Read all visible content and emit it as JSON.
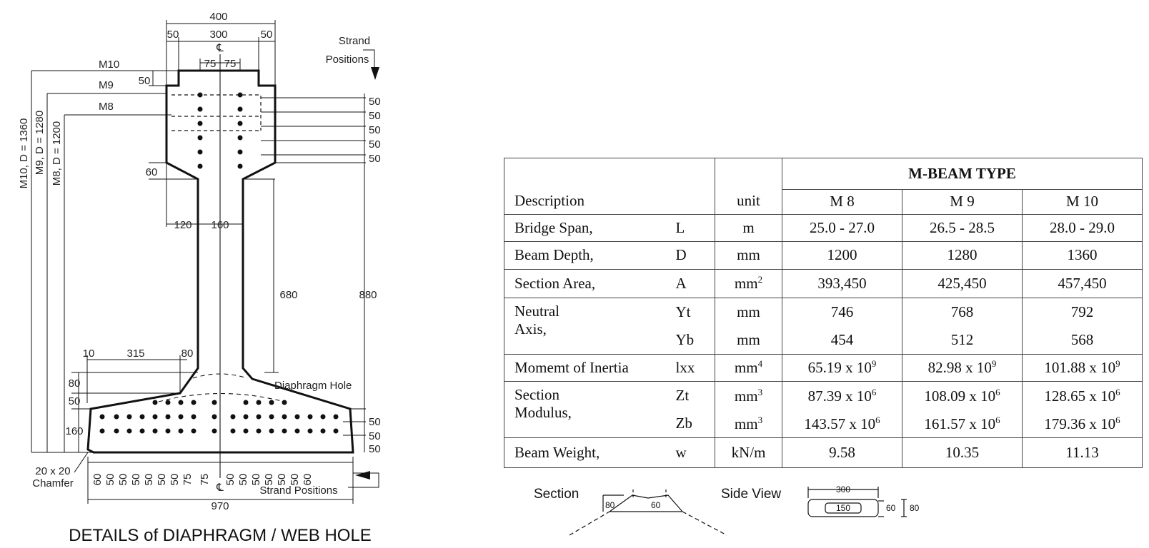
{
  "drawing": {
    "caption": "DETAILS of DIAPHRAGM / WEB HOLE",
    "dims": {
      "top_width": "400",
      "top_left": "50",
      "top_mid": "300",
      "top_right": "50",
      "strand_top": "75",
      "strand_top2": "75",
      "centerline": "℄",
      "step_50": "50",
      "chamfer_60": "60",
      "web_120": "120",
      "web_160": "160",
      "hole_680": "680",
      "total_880": "880",
      "bot_10": "10",
      "bot_315": "315",
      "bot_80": "80",
      "left_80": "80",
      "left_50": "50",
      "left_160": "160",
      "bottom_970": "970",
      "right_spacing": [
        "50",
        "50",
        "50",
        "50",
        "50"
      ],
      "bottom_right_spacing": [
        "50",
        "50",
        "50"
      ],
      "bottom_strand_spacing": [
        "60",
        "50",
        "50",
        "50",
        "50",
        "50",
        "50",
        "75",
        "75",
        "50",
        "50",
        "50",
        "50",
        "50",
        "50",
        "60"
      ]
    },
    "labels": {
      "m10": "M10",
      "m9": "M9",
      "m8": "M8",
      "m10_depth": "M10, D = 1360",
      "m9_depth": "M9, D = 1280",
      "m8_depth": "M8, D = 1200",
      "strand_positions_top": [
        "Strand",
        "Positions"
      ],
      "strand_positions_bottom": "Strand Positions",
      "diaphragm_hole": "Diaphragm Hole",
      "chamfer": [
        "20 x 20",
        "Chamfer"
      ]
    }
  },
  "table": {
    "group_header": "M-BEAM TYPE",
    "col_description": "Description",
    "col_unit": "unit",
    "types": [
      "M 8",
      "M 9",
      "M 10"
    ],
    "rows": {
      "span": {
        "label": "Bridge Span,",
        "sym": "L",
        "unit": "m",
        "v": [
          "25.0 - 27.0",
          "26.5 - 28.5",
          "28.0 - 29.0"
        ]
      },
      "depth": {
        "label": "Beam Depth,",
        "sym": "D",
        "unit": "mm",
        "v": [
          "1200",
          "1280",
          "1360"
        ]
      },
      "area": {
        "label": "Section Area,",
        "sym": "A",
        "unit_base": "mm",
        "unit_exp": "2",
        "v": [
          "393,450",
          "425,450",
          "457,450"
        ]
      },
      "neutral": {
        "label1": "Neutral",
        "label2": "Axis,",
        "yt": {
          "sym": "Yt",
          "unit": "mm",
          "v": [
            "746",
            "768",
            "792"
          ]
        },
        "yb": {
          "sym": "Yb",
          "unit": "mm",
          "v": [
            "454",
            "512",
            "568"
          ]
        }
      },
      "inertia": {
        "label": "Momemt of Inertia",
        "sym": "lxx",
        "unit_base": "mm",
        "unit_exp": "4",
        "v": [
          "65.19 x 10",
          "82.98 x 10",
          "101.88 x 10"
        ],
        "exp": "9"
      },
      "modulus": {
        "label1": "Section",
        "label2": "Modulus,",
        "zt": {
          "sym": "Zt",
          "unit_base": "mm",
          "unit_exp": "3",
          "v": [
            "87.39 x 10",
            "108.09 x 10",
            "128.65 x 10"
          ],
          "exp": "6"
        },
        "zb": {
          "sym": "Zb",
          "unit_base": "mm",
          "unit_exp": "3",
          "v": [
            "143.57 x 10",
            "161.57 x 10",
            "179.36 x 10"
          ],
          "exp": "6"
        }
      },
      "weight": {
        "label": "Beam Weight,",
        "sym": "w",
        "unit": "kN/m",
        "v": [
          "9.58",
          "10.35",
          "11.13"
        ]
      }
    }
  },
  "details": {
    "section_label": "Section",
    "side_view_label": "Side View",
    "sec_80": "80",
    "sec_60": "60",
    "side_300": "300",
    "side_150": "150",
    "side_60": "60",
    "side_80": "80"
  }
}
